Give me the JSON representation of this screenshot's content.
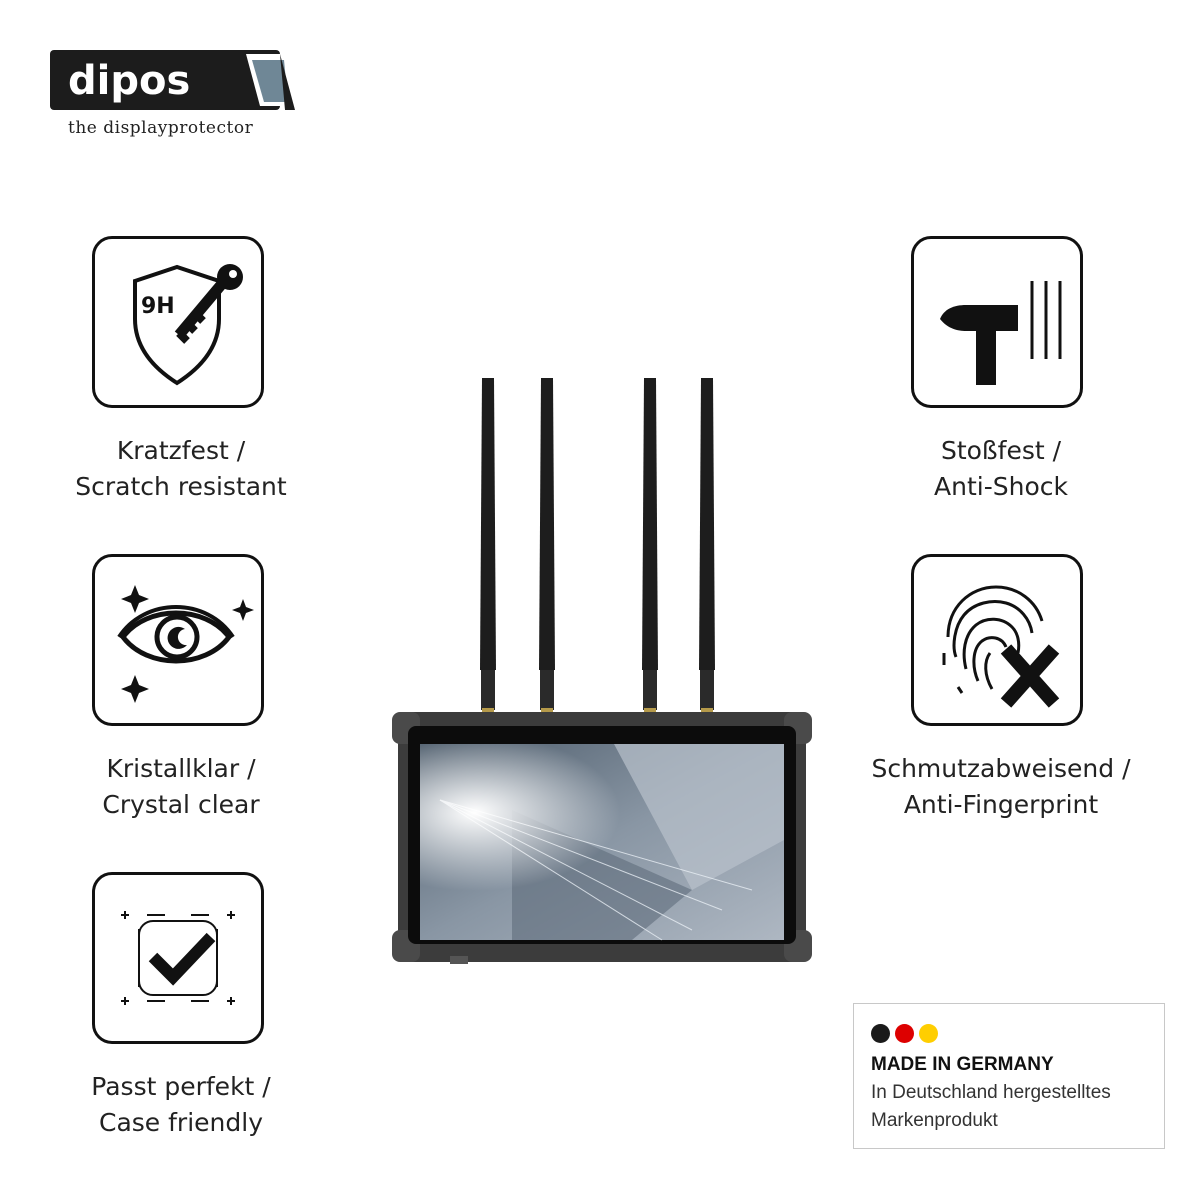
{
  "brand": {
    "logo_text": "dipos",
    "tagline": "the displayprotector"
  },
  "features": [
    {
      "icon": "shield-key-9h-icon",
      "badge": "9H",
      "line1": "Kratzfest /",
      "line2": "Scratch resistant"
    },
    {
      "icon": "eye-sparkle-icon",
      "line1": "Kristallklar /",
      "line2": "Crystal clear"
    },
    {
      "icon": "checkmark-frame-icon",
      "line1": "Passt perfekt /",
      "line2": "Case friendly"
    },
    {
      "icon": "hammer-icon",
      "line1": "Stoßfest /",
      "line2": "Anti-Shock"
    },
    {
      "icon": "fingerprint-x-icon",
      "line1": "Schmutzabweisend /",
      "line2": "Anti-Fingerprint"
    }
  ],
  "made_in": {
    "title": "MADE IN GERMANY",
    "line1": "In Deutschland hergestelltes",
    "line2": "Markenprodukt",
    "flag_colors": [
      "#1a1a1a",
      "#dd0000",
      "#ffce00"
    ]
  },
  "colors": {
    "tile_border": "#111111",
    "logo_bg": "#1c1c1c",
    "screen_glass": "#8a96a4"
  }
}
